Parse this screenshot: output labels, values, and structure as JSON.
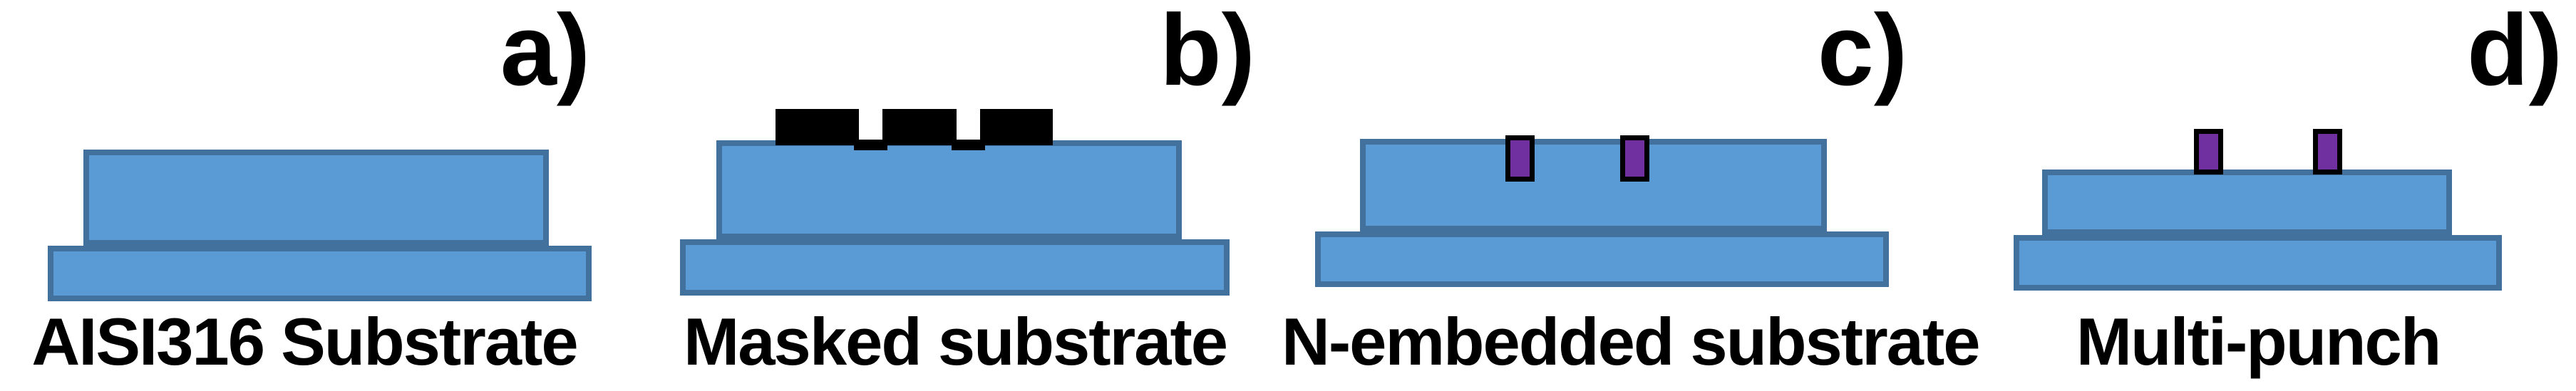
{
  "figure": {
    "title": "Substrate preparation process diagram",
    "background": "#ffffff",
    "colors": {
      "substrate_fill": "#5B9BD5",
      "substrate_border": "#41719C",
      "mask_fill": "#000000",
      "mask_opening_fill": "#ffffff",
      "implant_fill": "#7030A0",
      "implant_border": "#000000",
      "text_color": "#000000"
    },
    "panels": [
      {
        "id": "a",
        "label": "a)",
        "caption": "AISI316 Substrate",
        "layers": [
          "substrate top block",
          "substrate base block"
        ],
        "mask_openings": 0,
        "implants": 0,
        "punches": 0
      },
      {
        "id": "b",
        "label": "b)",
        "caption": "Masked substrate",
        "layers": [
          "black mask with two openings",
          "substrate top block",
          "substrate base block"
        ],
        "mask_openings": 2,
        "implants": 0,
        "punches": 0
      },
      {
        "id": "c",
        "label": "c)",
        "caption": "N-embedded substrate",
        "layers": [
          "two embedded nitrogen regions",
          "substrate top block",
          "substrate base block"
        ],
        "mask_openings": 0,
        "implants": 2,
        "punches": 0
      },
      {
        "id": "d",
        "label": "d)",
        "caption": "Multi-punch",
        "layers": [
          "two punches on surface",
          "substrate top block",
          "substrate base block"
        ],
        "mask_openings": 0,
        "implants": 0,
        "punches": 2
      }
    ]
  }
}
